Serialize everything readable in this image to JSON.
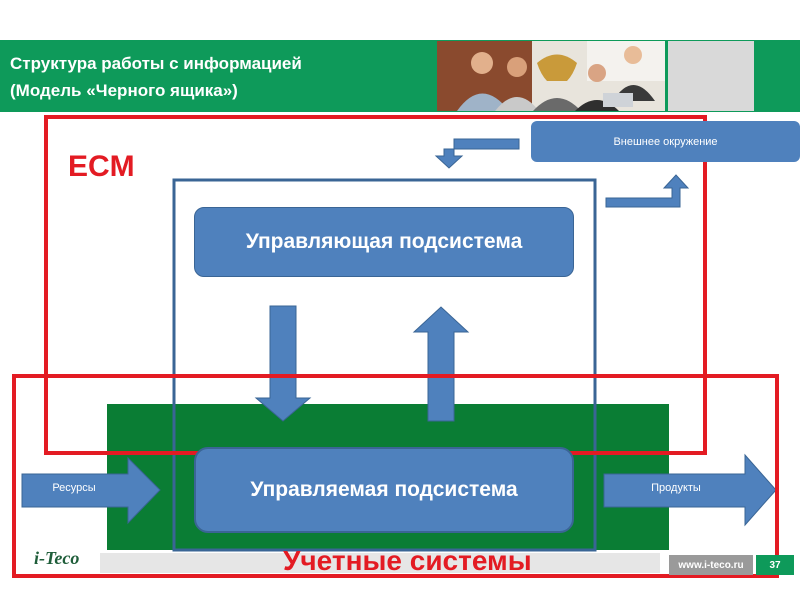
{
  "header": {
    "title_line1": "Структура работы с информацией",
    "title_line2": "(Модель «Черного ящика»)"
  },
  "diagram": {
    "ecm_label": "ECM",
    "external_environment": "Внешнее окружение",
    "control_subsystem": "Управляющая подсистема",
    "managed_subsystem": "Управляемая подсистема",
    "resources": "Ресурсы",
    "products": "Продукты",
    "accounting_systems": "Учетные системы"
  },
  "footer": {
    "logo": "i-Teco",
    "url": "www.i-teco.ru",
    "page": "37"
  },
  "colors": {
    "brand_green": "#0e9a5a",
    "box_blue": "#4f81bd",
    "highlight_red": "#e31b23",
    "field_green": "#0a7d34"
  }
}
